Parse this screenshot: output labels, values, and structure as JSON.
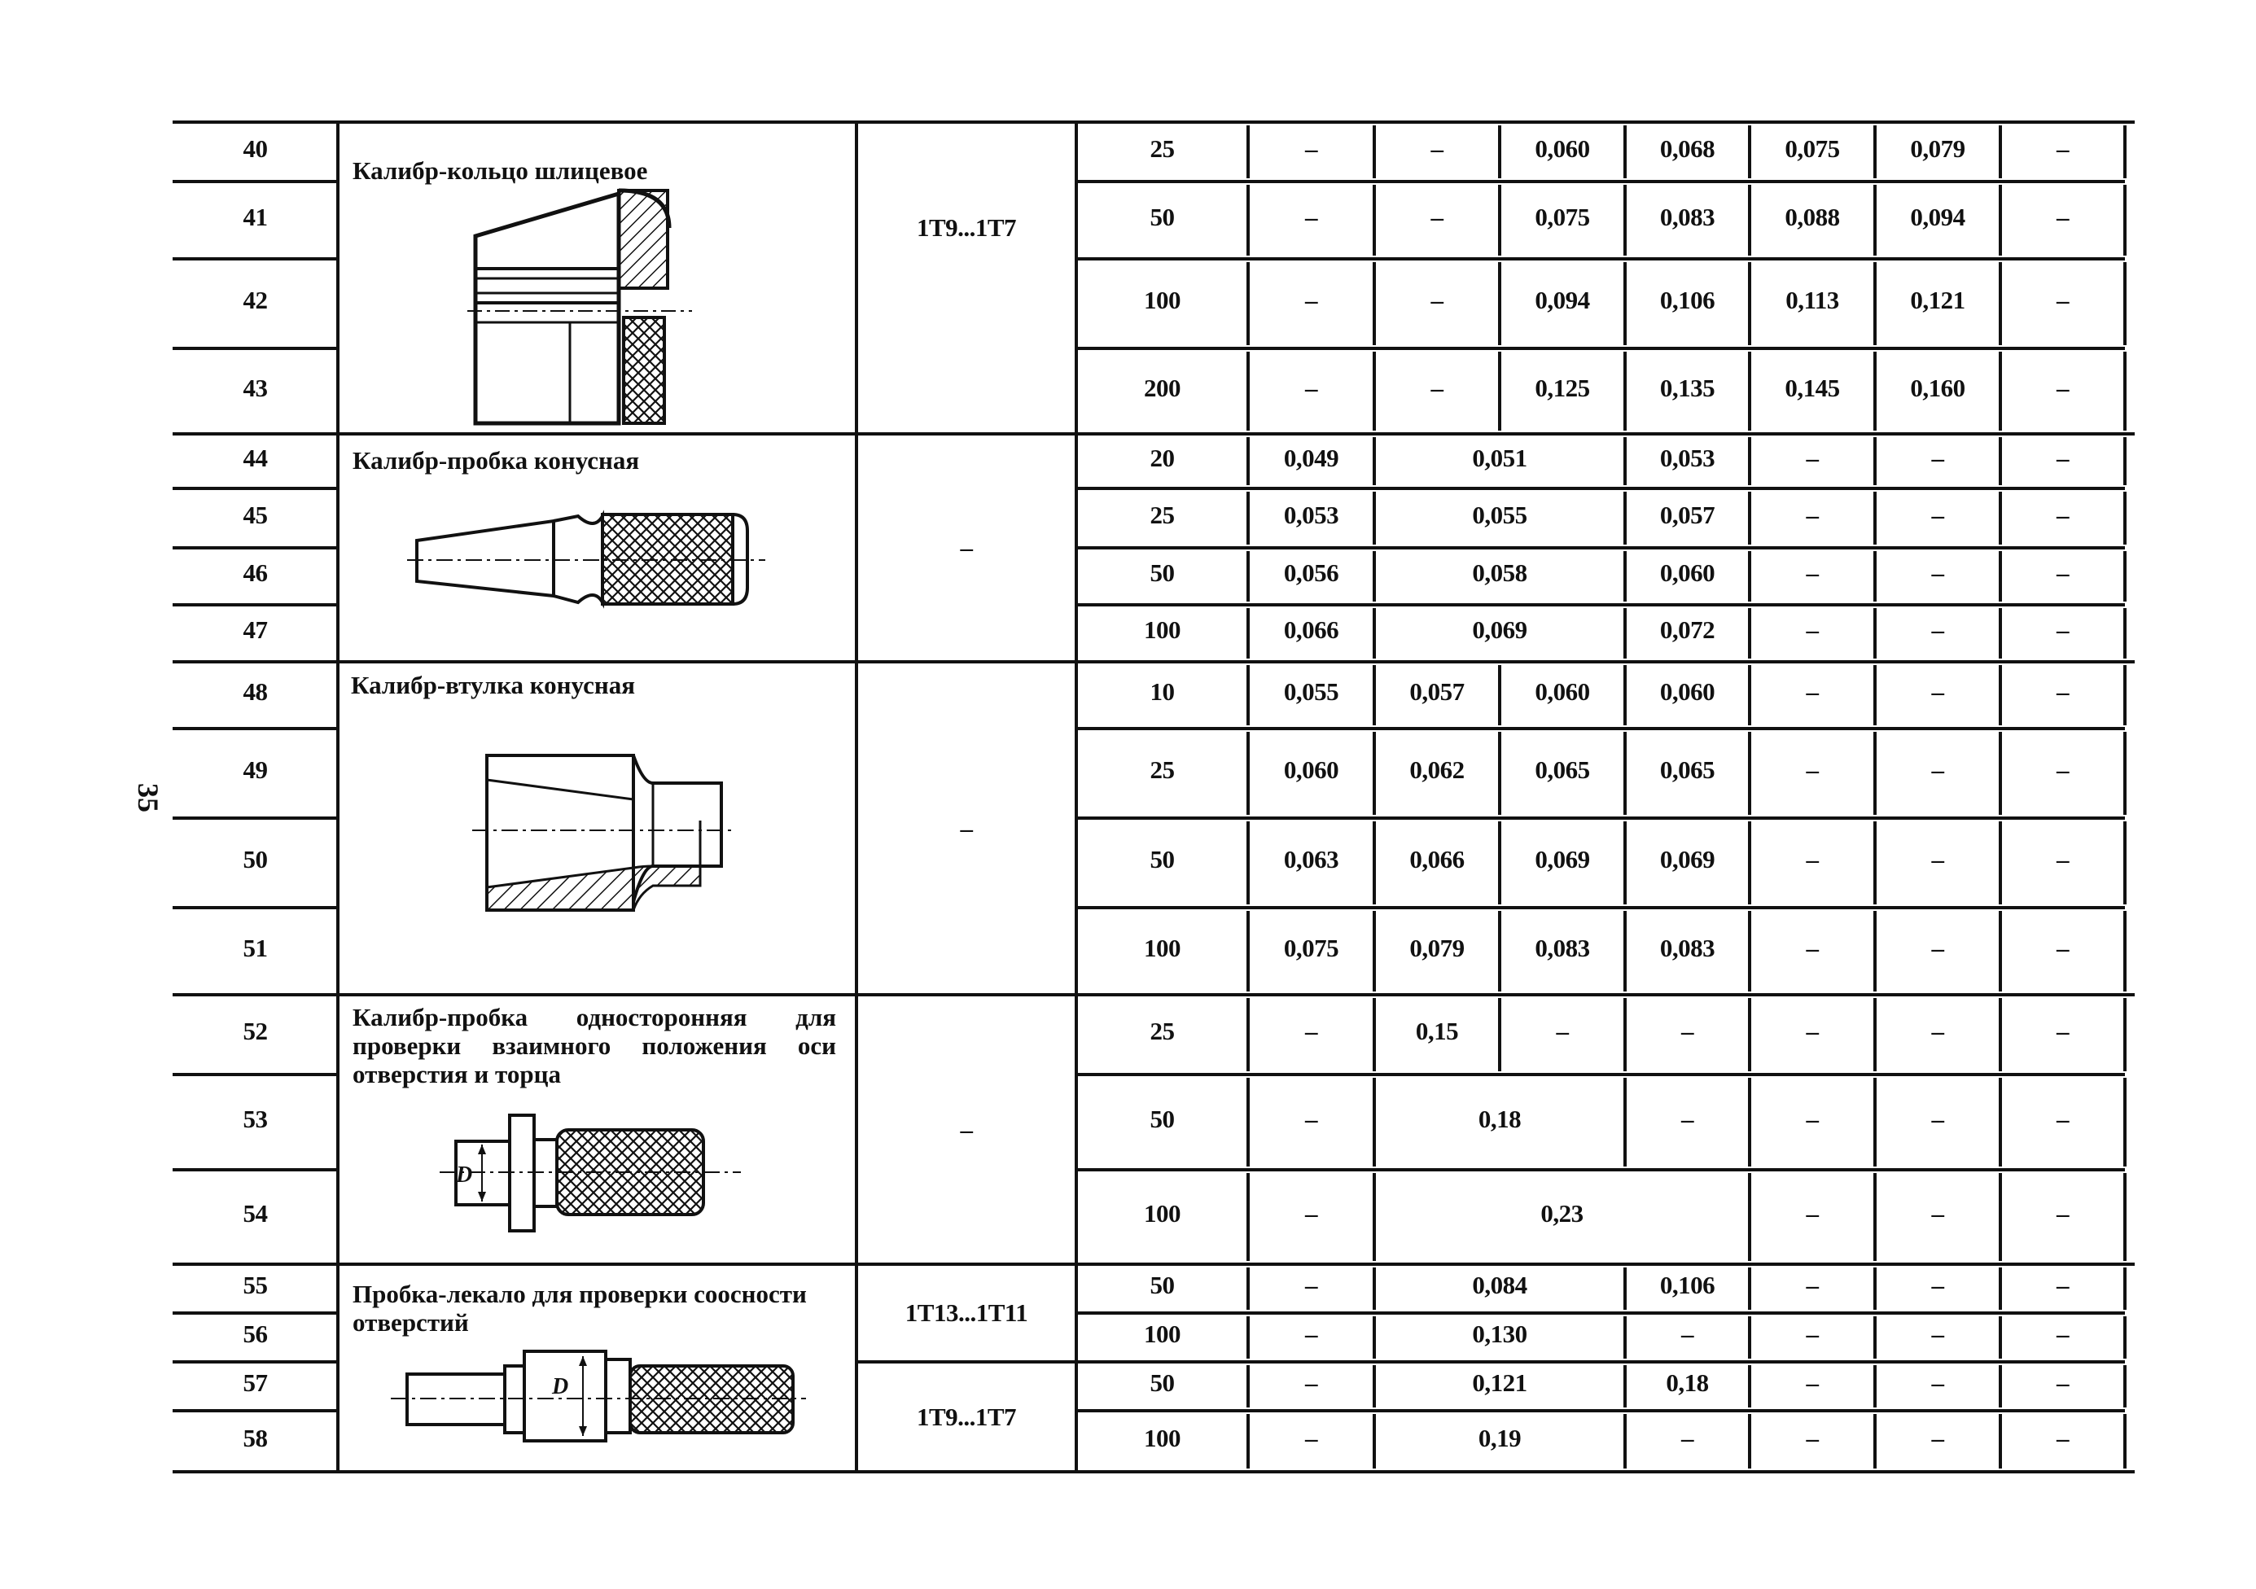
{
  "page_number": "35",
  "dash": "–",
  "groups": [
    {
      "title": "Калибр-кольцо шлицевое",
      "tol": [
        "1T9...1T7"
      ]
    },
    {
      "title": "Калибр-пробка конусная",
      "tol": [
        "–"
      ]
    },
    {
      "title": "Калибр-втулка конусная",
      "tol": [
        "–"
      ]
    },
    {
      "title": "Калибр-пробка односторонняя для проверки взаимного положения оси отверстия и торца",
      "tol": [
        "–"
      ]
    },
    {
      "title": "Пробка-лекало для проверки соосности отверстий",
      "tol": [
        "1T13...1T11",
        "1T9...1T7"
      ]
    }
  ],
  "rows": [
    {
      "n": "40",
      "size": "25",
      "cells": [
        {
          "t": "–"
        },
        {
          "t": "–"
        },
        {
          "t": "0,060"
        },
        {
          "t": "0,068"
        },
        {
          "t": "0,075"
        },
        {
          "t": "0,079"
        },
        {
          "t": "–"
        }
      ]
    },
    {
      "n": "41",
      "size": "50",
      "cells": [
        {
          "t": "–"
        },
        {
          "t": "–"
        },
        {
          "t": "0,075"
        },
        {
          "t": "0,083"
        },
        {
          "t": "0,088"
        },
        {
          "t": "0,094"
        },
        {
          "t": "–"
        }
      ]
    },
    {
      "n": "42",
      "size": "100",
      "cells": [
        {
          "t": "–"
        },
        {
          "t": "–"
        },
        {
          "t": "0,094"
        },
        {
          "t": "0,106"
        },
        {
          "t": "0,113"
        },
        {
          "t": "0,121"
        },
        {
          "t": "–"
        }
      ]
    },
    {
      "n": "43",
      "size": "200",
      "cells": [
        {
          "t": "–"
        },
        {
          "t": "–"
        },
        {
          "t": "0,125"
        },
        {
          "t": "0,135"
        },
        {
          "t": "0,145"
        },
        {
          "t": "0,160"
        },
        {
          "t": "–"
        }
      ]
    },
    {
      "n": "44",
      "size": "20",
      "cells": [
        {
          "t": "0,049"
        },
        {
          "t": "0,051",
          "span": 2
        },
        {
          "t": "0,053"
        },
        {
          "t": "–"
        },
        {
          "t": "–"
        },
        {
          "t": "–"
        }
      ]
    },
    {
      "n": "45",
      "size": "25",
      "cells": [
        {
          "t": "0,053"
        },
        {
          "t": "0,055",
          "span": 2
        },
        {
          "t": "0,057"
        },
        {
          "t": "–"
        },
        {
          "t": "–"
        },
        {
          "t": "–"
        }
      ]
    },
    {
      "n": "46",
      "size": "50",
      "cells": [
        {
          "t": "0,056"
        },
        {
          "t": "0,058",
          "span": 2
        },
        {
          "t": "0,060"
        },
        {
          "t": "–"
        },
        {
          "t": "–"
        },
        {
          "t": "–"
        }
      ]
    },
    {
      "n": "47",
      "size": "100",
      "cells": [
        {
          "t": "0,066"
        },
        {
          "t": "0,069",
          "span": 2
        },
        {
          "t": "0,072"
        },
        {
          "t": "–"
        },
        {
          "t": "–"
        },
        {
          "t": "–"
        }
      ]
    },
    {
      "n": "48",
      "size": "10",
      "cells": [
        {
          "t": "0,055"
        },
        {
          "t": "0,057"
        },
        {
          "t": "0,060"
        },
        {
          "t": "0,060"
        },
        {
          "t": "–"
        },
        {
          "t": "–"
        },
        {
          "t": "–"
        }
      ]
    },
    {
      "n": "49",
      "size": "25",
      "cells": [
        {
          "t": "0,060"
        },
        {
          "t": "0,062"
        },
        {
          "t": "0,065"
        },
        {
          "t": "0,065"
        },
        {
          "t": "–"
        },
        {
          "t": "–"
        },
        {
          "t": "–"
        }
      ]
    },
    {
      "n": "50",
      "size": "50",
      "cells": [
        {
          "t": "0,063"
        },
        {
          "t": "0,066"
        },
        {
          "t": "0,069"
        },
        {
          "t": "0,069"
        },
        {
          "t": "–"
        },
        {
          "t": "–"
        },
        {
          "t": "–"
        }
      ]
    },
    {
      "n": "51",
      "size": "100",
      "cells": [
        {
          "t": "0,075"
        },
        {
          "t": "0,079"
        },
        {
          "t": "0,083"
        },
        {
          "t": "0,083"
        },
        {
          "t": "–"
        },
        {
          "t": "–"
        },
        {
          "t": "–"
        }
      ]
    },
    {
      "n": "52",
      "size": "25",
      "cells": [
        {
          "t": "–"
        },
        {
          "t": "0,15"
        },
        {
          "t": "–"
        },
        {
          "t": "–"
        },
        {
          "t": "–"
        },
        {
          "t": "–"
        },
        {
          "t": "–"
        }
      ]
    },
    {
      "n": "53",
      "size": "50",
      "cells": [
        {
          "t": "–"
        },
        {
          "t": "0,18",
          "span": 2
        },
        {
          "t": "–"
        },
        {
          "t": "–"
        },
        {
          "t": "–"
        },
        {
          "t": "–"
        }
      ]
    },
    {
      "n": "54",
      "size": "100",
      "cells": [
        {
          "t": "–"
        },
        {
          "t": "0,23",
          "span": 3
        },
        {
          "t": "–"
        },
        {
          "t": "–"
        },
        {
          "t": "–"
        }
      ]
    },
    {
      "n": "55",
      "size": "50",
      "cells": [
        {
          "t": "–"
        },
        {
          "t": "0,084",
          "span": 2
        },
        {
          "t": "0,106"
        },
        {
          "t": "–"
        },
        {
          "t": "–"
        },
        {
          "t": "–"
        }
      ]
    },
    {
      "n": "56",
      "size": "100",
      "cells": [
        {
          "t": "–"
        },
        {
          "t": "0,130",
          "span": 2
        },
        {
          "t": "–"
        },
        {
          "t": "–"
        },
        {
          "t": "–"
        },
        {
          "t": "–"
        }
      ]
    },
    {
      "n": "57",
      "size": "50",
      "cells": [
        {
          "t": "–"
        },
        {
          "t": "0,121",
          "span": 2
        },
        {
          "t": "0,18"
        },
        {
          "t": "–"
        },
        {
          "t": "–"
        },
        {
          "t": "–"
        }
      ]
    },
    {
      "n": "58",
      "size": "100",
      "cells": [
        {
          "t": "–"
        },
        {
          "t": "0,19",
          "span": 2
        },
        {
          "t": "–"
        },
        {
          "t": "–"
        },
        {
          "t": "–"
        },
        {
          "t": "–"
        }
      ]
    }
  ],
  "drawing_labels": {
    "d_symbol": "D"
  }
}
